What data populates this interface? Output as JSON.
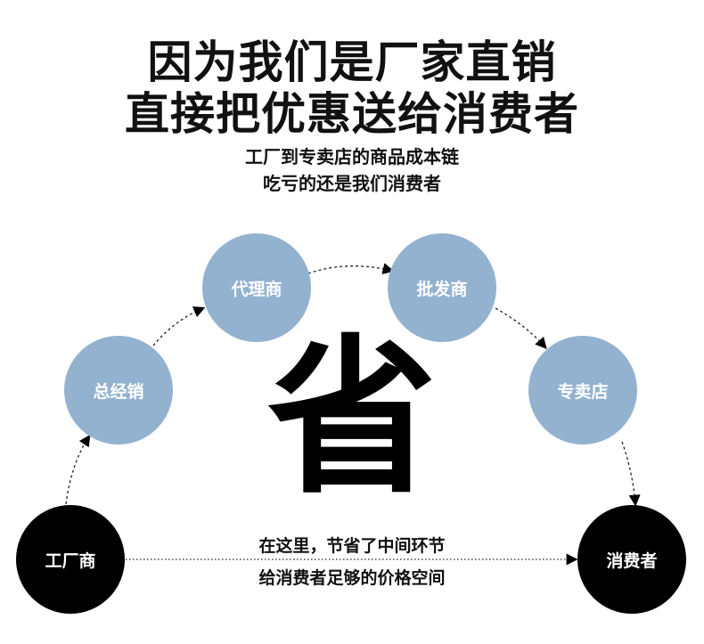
{
  "headline": [
    "因为我们是厂家直销",
    "直接把优惠送给消费者"
  ],
  "subtitle": [
    "工厂到专卖店的商品成本链",
    "吃亏的还是我们消费者"
  ],
  "center_char": "省",
  "nodes": {
    "factory": "工厂商",
    "general_distributor": "总经销",
    "agent": "代理商",
    "wholesaler": "批发商",
    "store": "专卖店",
    "consumer": "消费者"
  },
  "bottom_text": [
    "在这里，节省了中间环节",
    "给消费者足够的价格空间"
  ],
  "colors": {
    "node_blue": "#93b2d0",
    "node_black": "#000000"
  }
}
